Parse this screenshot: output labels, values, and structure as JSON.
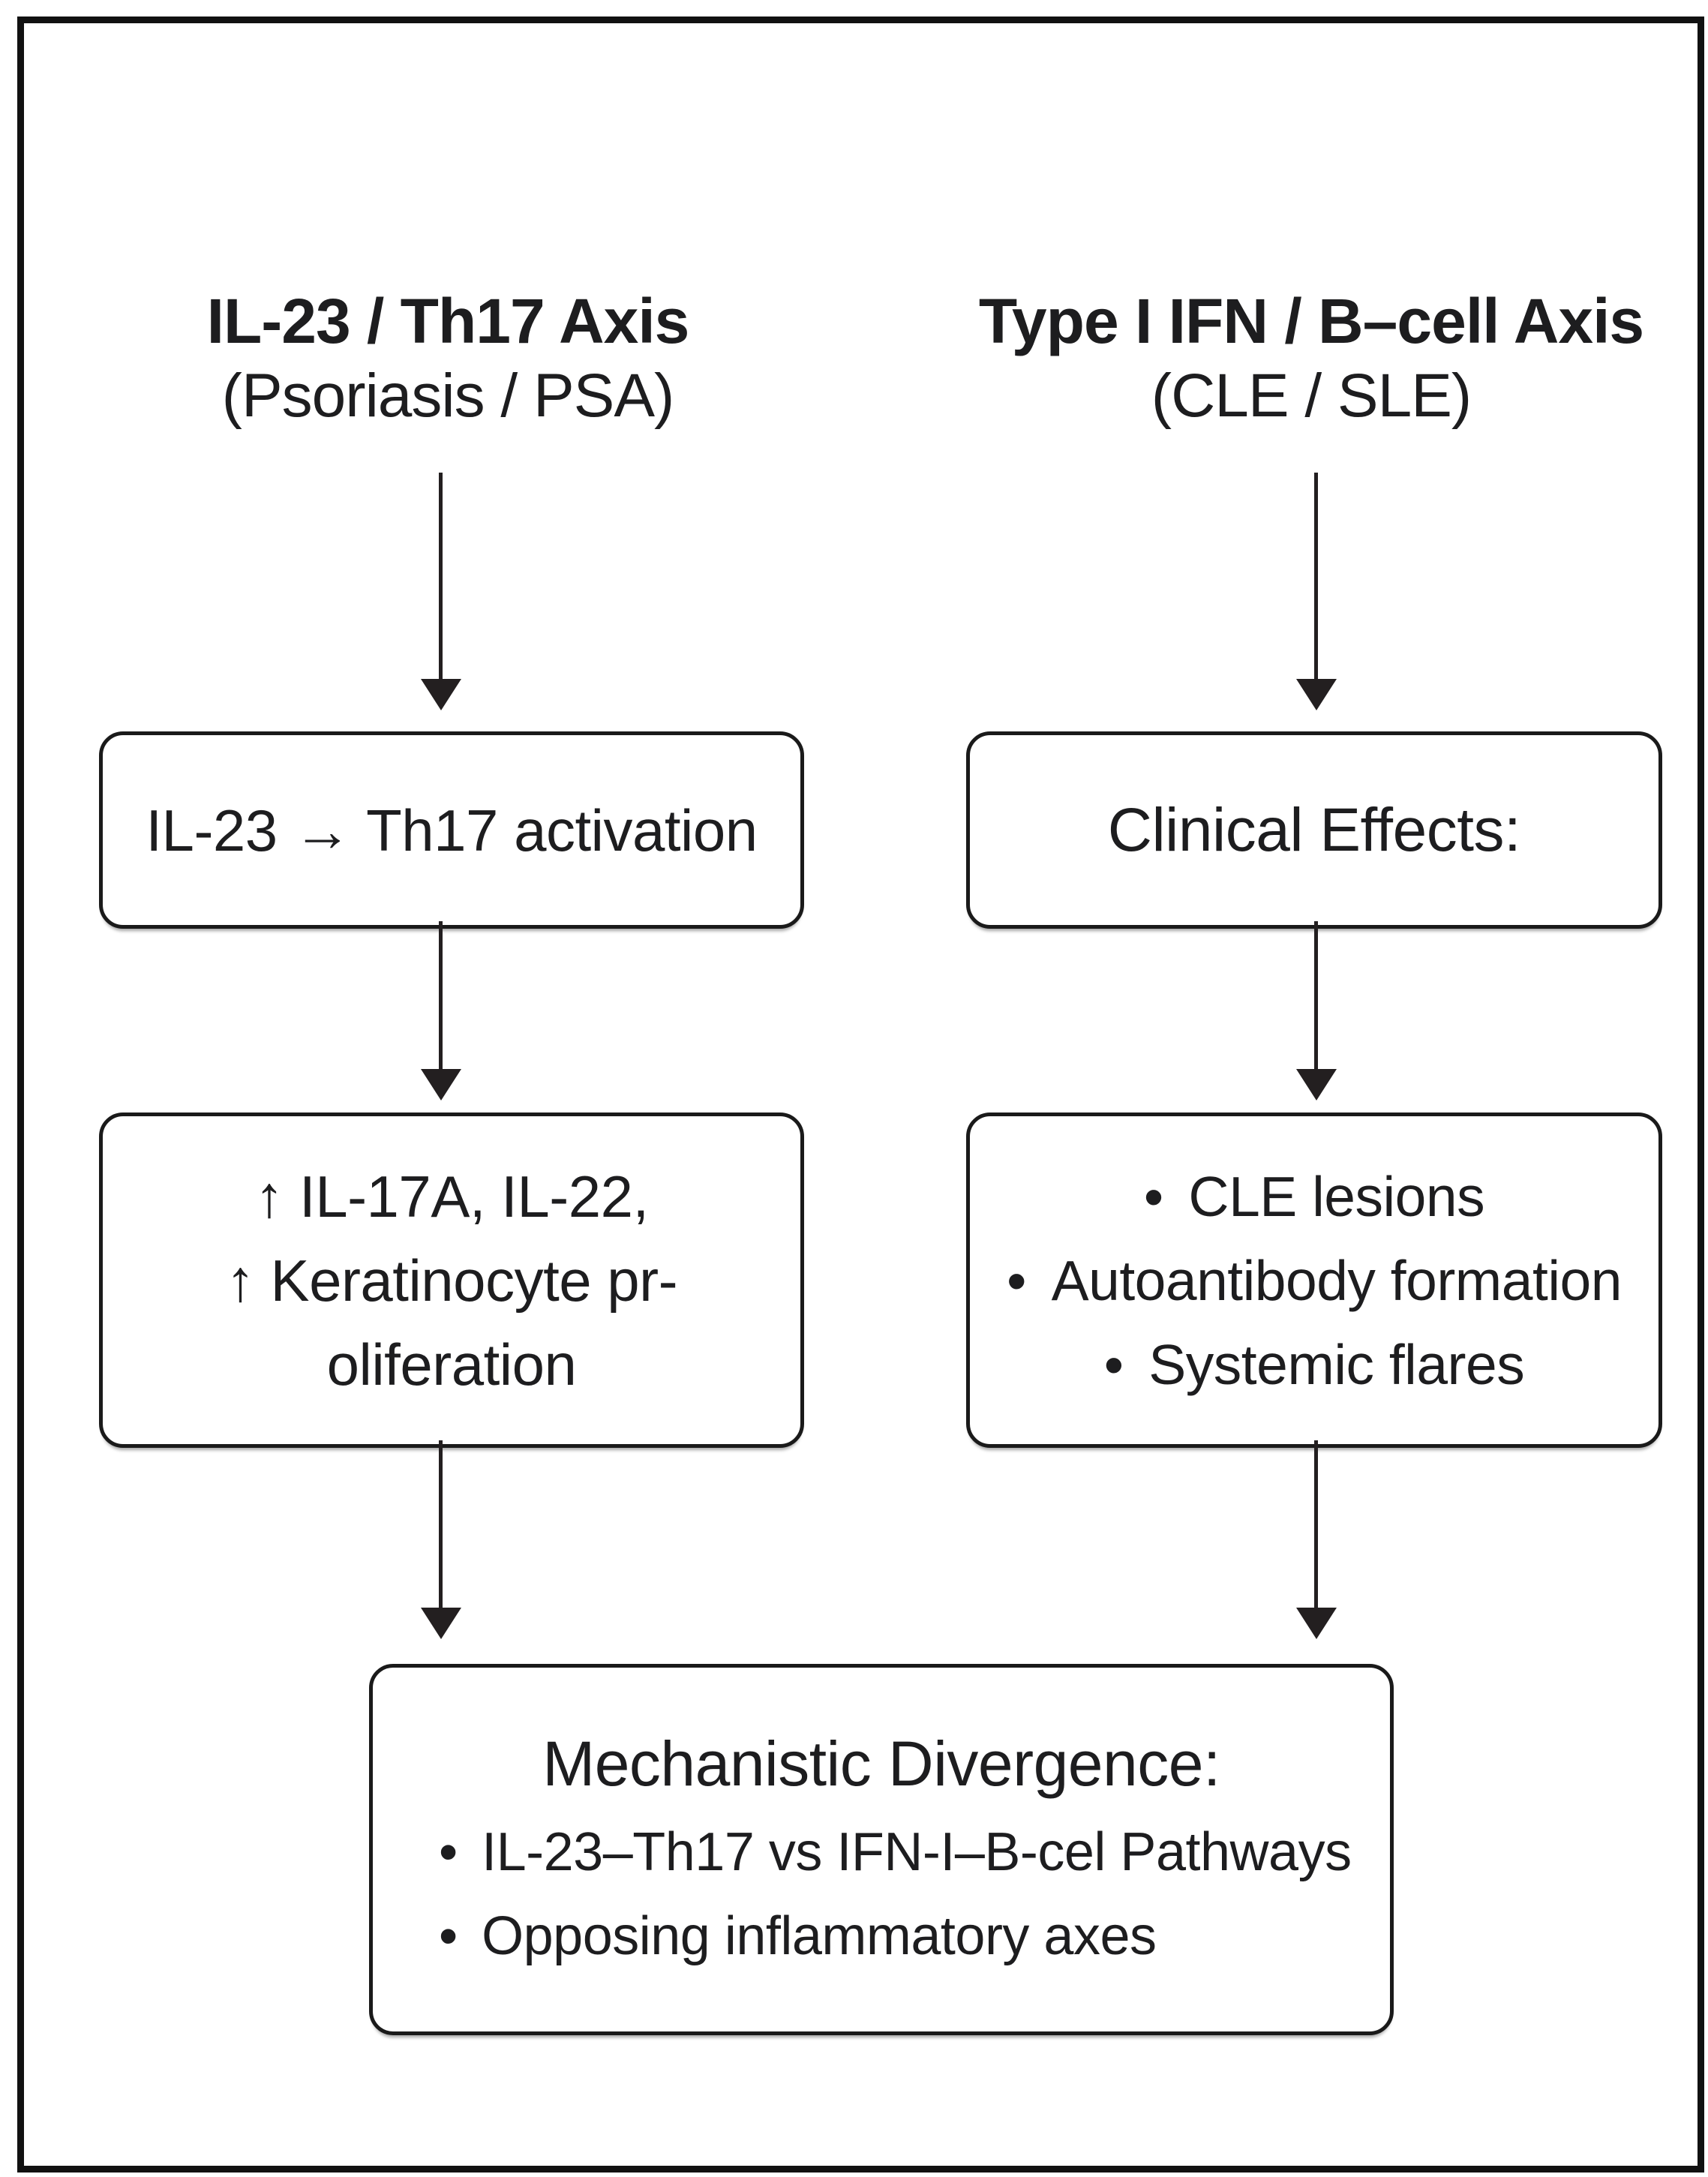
{
  "colors": {
    "ink": "#1d1d1f",
    "border": "#1a1a1a",
    "arrow": "#231f20",
    "background": "#ffffff"
  },
  "bullet_char": "•",
  "left_column": {
    "header_title": "IL-23 / Th17 Axis",
    "header_subtitle": "(Psoriasis / PSA)",
    "box1_text": "IL-23 → Th17 activation",
    "box2_lines": [
      "↑ IL-17A, IL-22,",
      "↑ Keratinocyte pr-",
      "oliferation"
    ]
  },
  "right_column": {
    "header_title": "Type I IFN / B–cell Axis",
    "header_subtitle": "(CLE / SLE)",
    "box1_text": "Clinical Effects:",
    "box2_bullets": [
      "CLE lesions",
      "Autoantibody formation",
      "Systemic flares"
    ]
  },
  "merge_box": {
    "title": "Mechanistic Divergence:",
    "bullets": [
      "IL-23–Th17 vs IFN-I–B-cel Pathways",
      "Opposing inflammatory axes"
    ]
  }
}
